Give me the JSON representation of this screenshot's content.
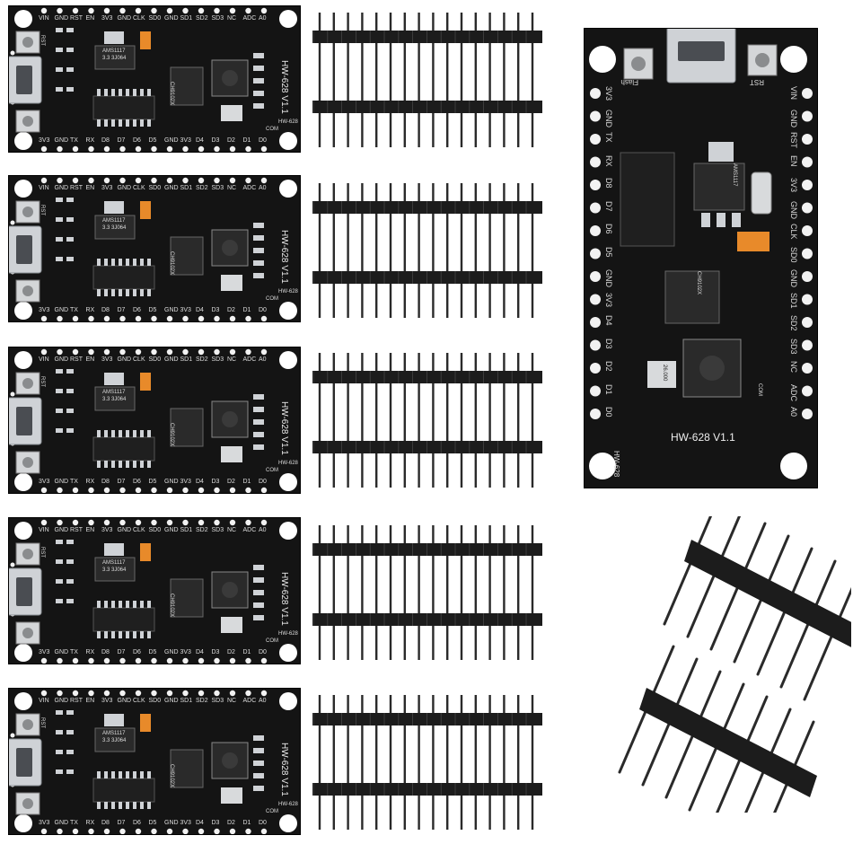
{
  "board": {
    "top_pins": [
      "VIN",
      "GND",
      "RST",
      "EN",
      "3V3",
      "GND",
      "CLK",
      "SD0",
      "GND",
      "SD1",
      "SD2",
      "SD3",
      "NC",
      "ADC",
      "A0"
    ],
    "bottom_pins": [
      "3V3",
      "GND",
      "TX",
      "RX",
      "D8",
      "D7",
      "D6",
      "D5",
      "GND",
      "3V3",
      "D4",
      "D3",
      "D2",
      "D1",
      "D0"
    ],
    "model_label": "HW-628 V1.1",
    "model_short": "HW-628",
    "reg_chip": "AMS1117",
    "reg_sub": "3.3 3J064",
    "usb_chip": "CH9102X",
    "com_label": "COM",
    "rst_label": "RST",
    "flash_label": "Flash",
    "crystal_label": "26.000"
  },
  "big_board": {
    "right_pins": [
      "VIN",
      "GND",
      "RST",
      "EN",
      "3V3",
      "GND",
      "CLK",
      "SD0",
      "GND",
      "SD1",
      "SD2",
      "SD3",
      "NC",
      "ADC",
      "A0"
    ],
    "left_pins": [
      "3V3",
      "GND",
      "TX",
      "RX",
      "D8",
      "D7",
      "D6",
      "D5",
      "GND",
      "3V3",
      "D4",
      "D3",
      "D2",
      "D1",
      "D0"
    ]
  },
  "colors": {
    "pcb": "#141414",
    "silk": "#dcdcdc",
    "pad": "#f2f2f2",
    "cap": "#e88a2a",
    "pin": "#1c1c1c"
  }
}
